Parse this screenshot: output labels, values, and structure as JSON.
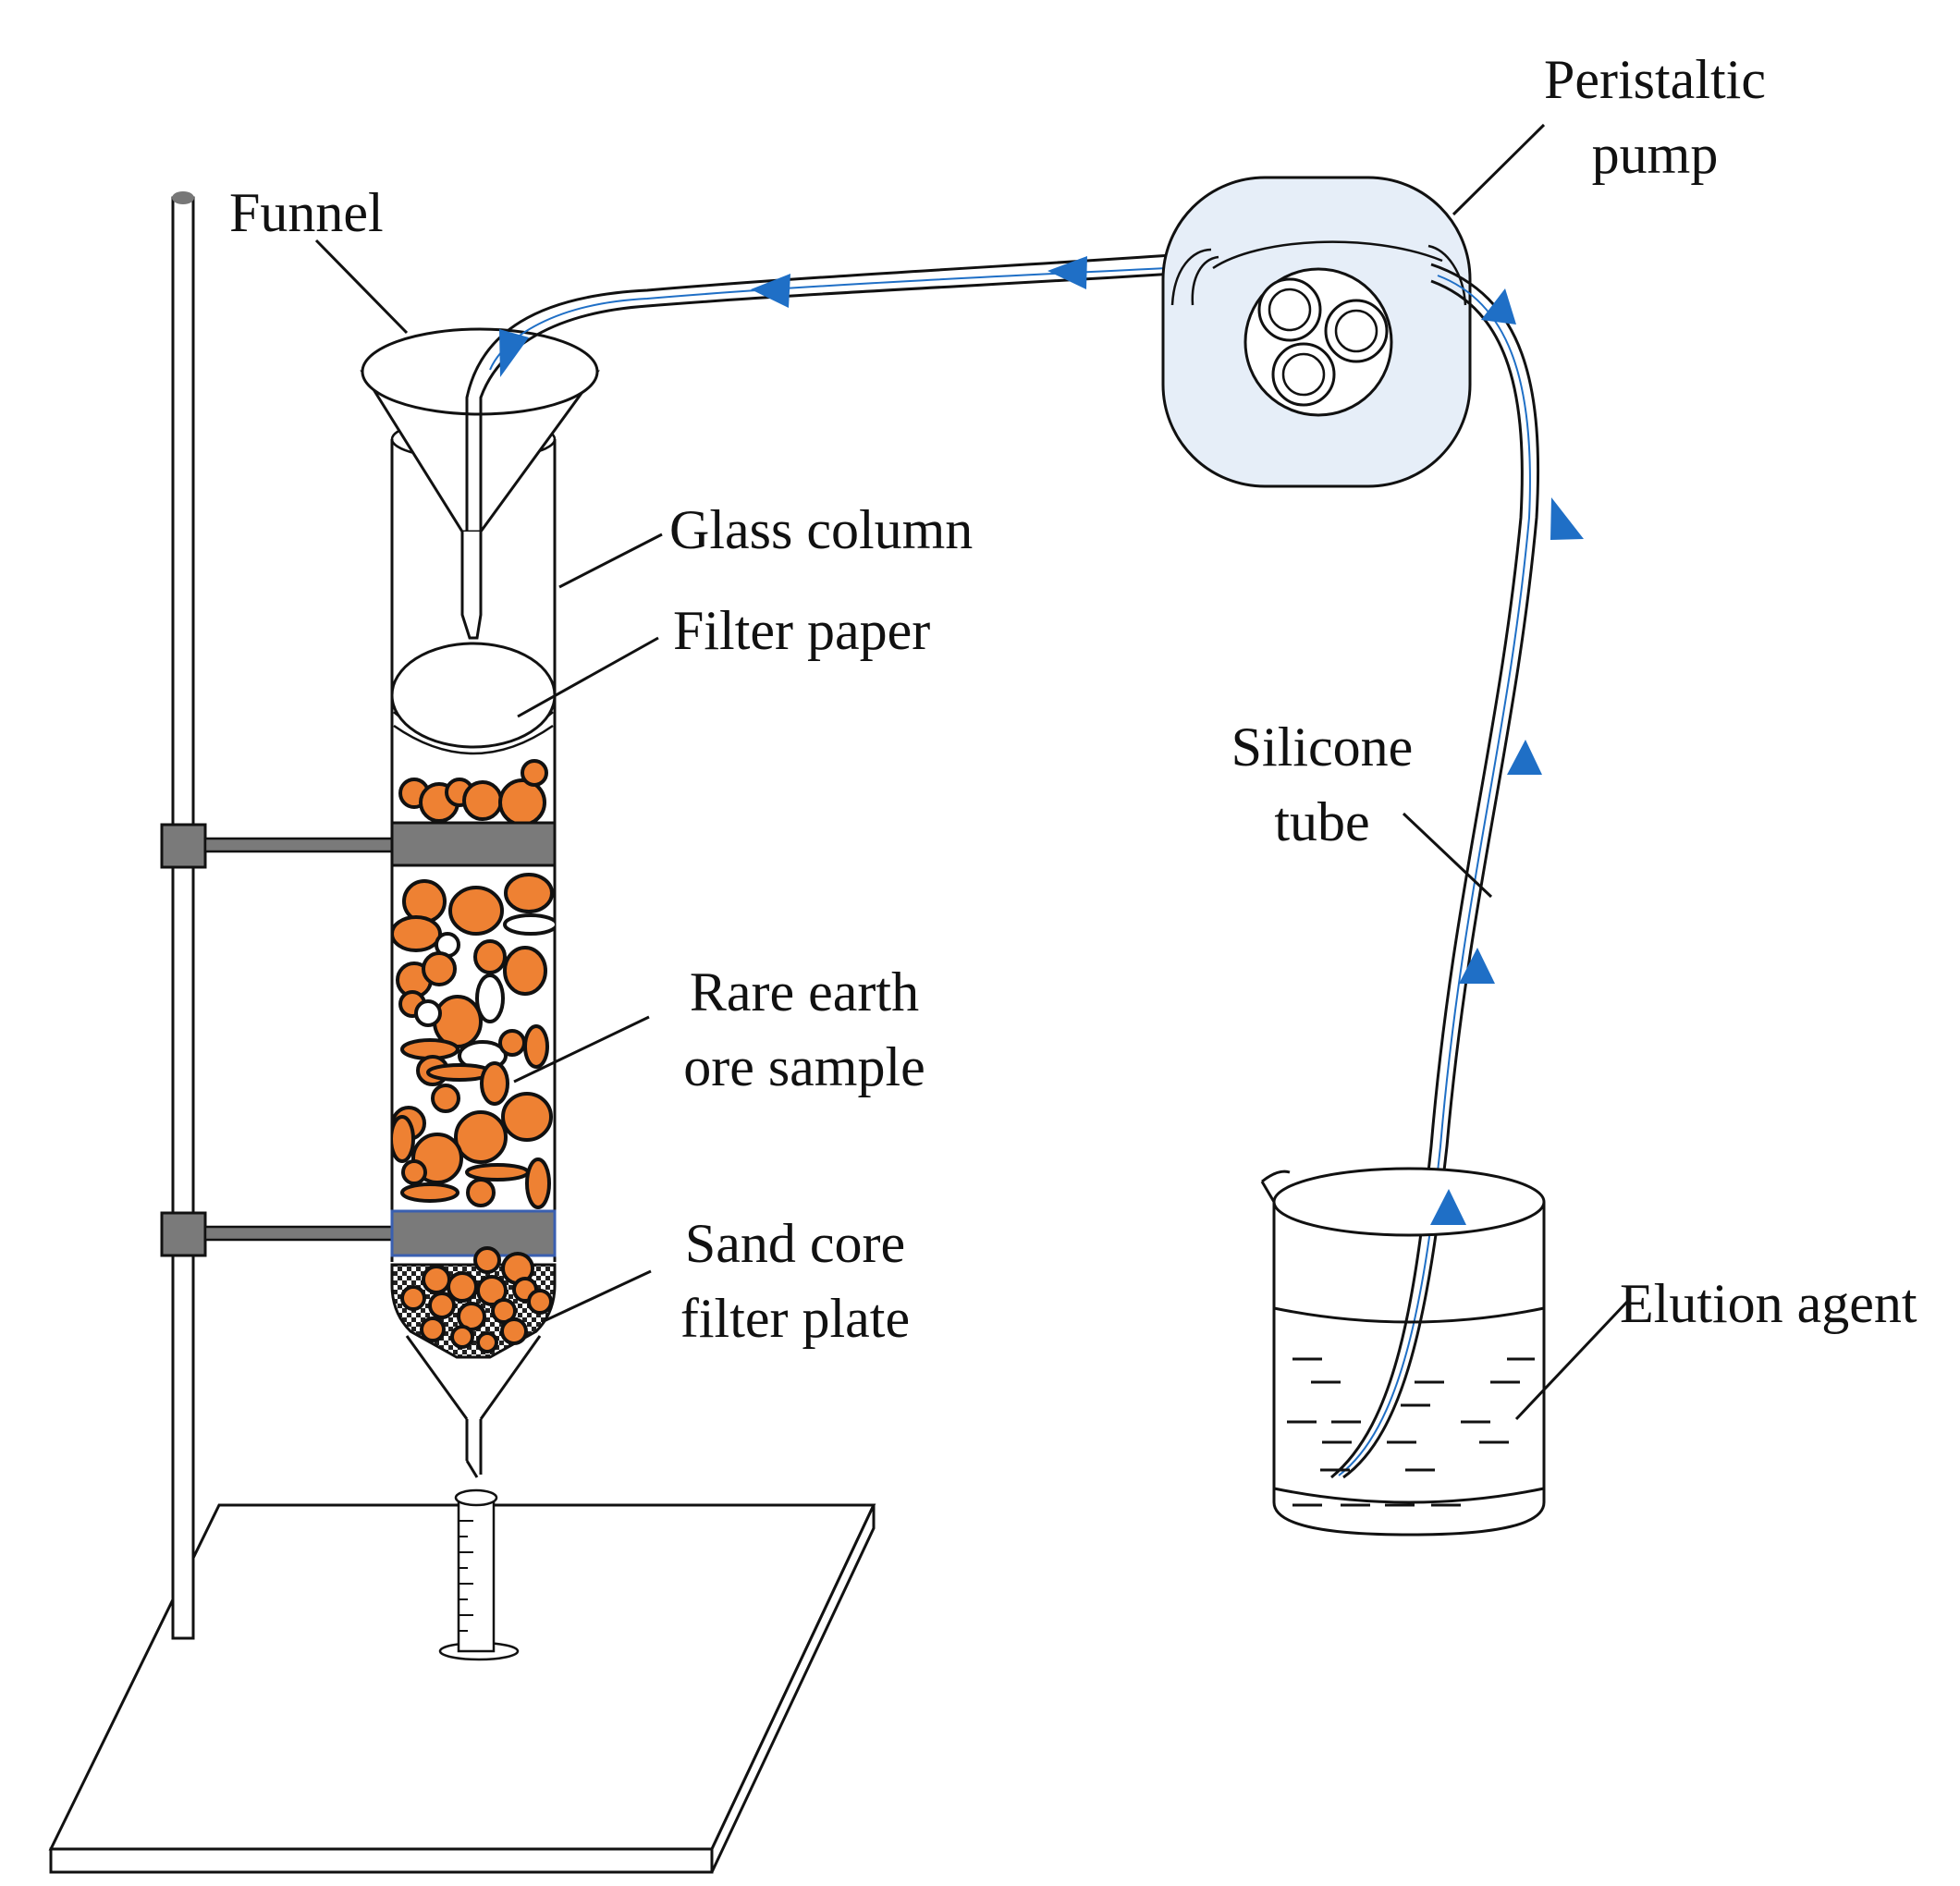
{
  "labels": {
    "funnel": "Funnel",
    "glass_column": "Glass column",
    "filter_paper": "Filter paper",
    "rare_earth_line1": "Rare earth",
    "rare_earth_line2": "ore sample",
    "sand_core_line1": "Sand core",
    "sand_core_line2": "filter plate",
    "pump_line1": "Peristaltic",
    "pump_line2": "pump",
    "tube_line1": "Silicone",
    "tube_line2": "tube",
    "elution": "Elution agent"
  },
  "colors": {
    "ore": "#ee8133",
    "flow_arrow": "#1f6fc6",
    "pump_fill": "#e6eef8",
    "clamp": "#7a7a7a",
    "outline": "#111111"
  },
  "icons": {
    "flow_arrow": "arrowhead-icon",
    "pump_rotor": "rotor-rollers-icon"
  }
}
